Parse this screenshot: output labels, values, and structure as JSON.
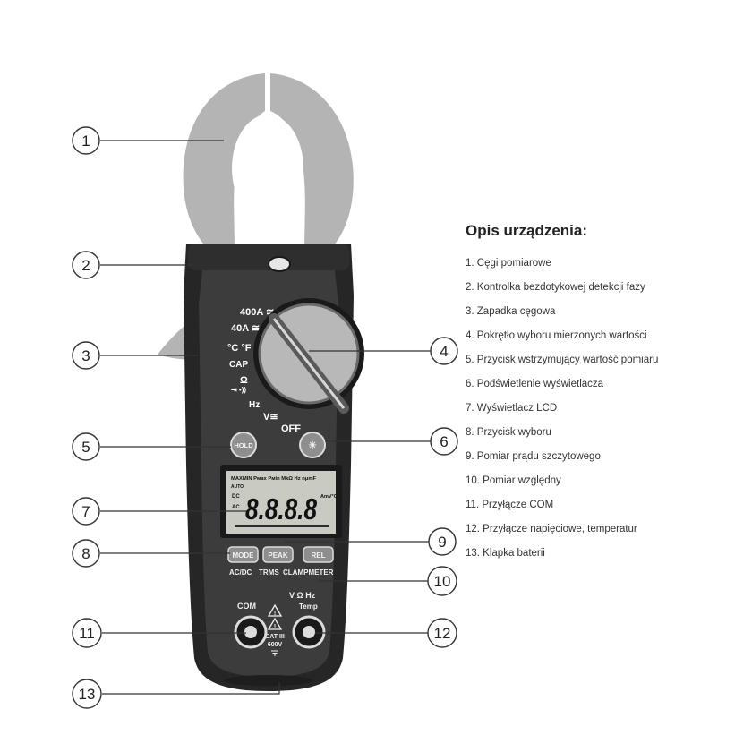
{
  "legend": {
    "title": "Opis urządzenia:",
    "items": [
      "1. Cęgi pomiarowe",
      "2. Kontrolka bezdotykowej detekcji fazy",
      "3. Zapadka cęgowa",
      "4. Pokrętło wyboru mierzonych wartości",
      "5. Przycisk wstrzymujący wartość pomiaru",
      "6. Podświetlenie wyświetlacza",
      "7. Wyświetlacz LCD",
      "8. Przycisk wyboru",
      "9. Pomiar prądu szczytowego",
      "10. Pomiar względny",
      "11. Przyłącze COM",
      "12. Przyłącze napięciowe, temperatur",
      "13. Klapka baterii"
    ]
  },
  "callouts": [
    "1",
    "2",
    "3",
    "4",
    "5",
    "6",
    "7",
    "8",
    "9",
    "10",
    "11",
    "12",
    "13"
  ],
  "device": {
    "dial_labels": {
      "a400": "400A ≅",
      "a40": "40A ≅",
      "temp": "°C °F",
      "cap": "CAP",
      "ohm": "Ω",
      "diode": "⇥ •))",
      "hz": "Hz",
      "volt": "V≅",
      "off": "OFF"
    },
    "buttons": {
      "hold": "HOLD",
      "light": "☀",
      "mode": "MODE",
      "peak": "PEAK",
      "rel": "REL"
    },
    "lcd": {
      "top_row": "MAXMIN  Pмax  Pмin  MkΩ  Hz  nμmF",
      "auto": "AUTO",
      "dc": "DC",
      "ac": "AC",
      "digits": "8.8.8.8",
      "right_unit": "AmV°C"
    },
    "labels": {
      "acdc": "AC/DC",
      "trms": "TRMS",
      "clampmeter": "CLAMPMETER",
      "v_ohm_hz": "V  Ω  Hz",
      "temp": "Temp",
      "com": "COM",
      "cat": "CAT III",
      "voltage": "600V"
    }
  },
  "colors": {
    "jaw": "#b4b4b4",
    "body": "#3a3a3a",
    "body_dark": "#262626",
    "button": "#8e8e8e",
    "lcd": "#c9cbc3",
    "dial": "#b8b8b8"
  }
}
